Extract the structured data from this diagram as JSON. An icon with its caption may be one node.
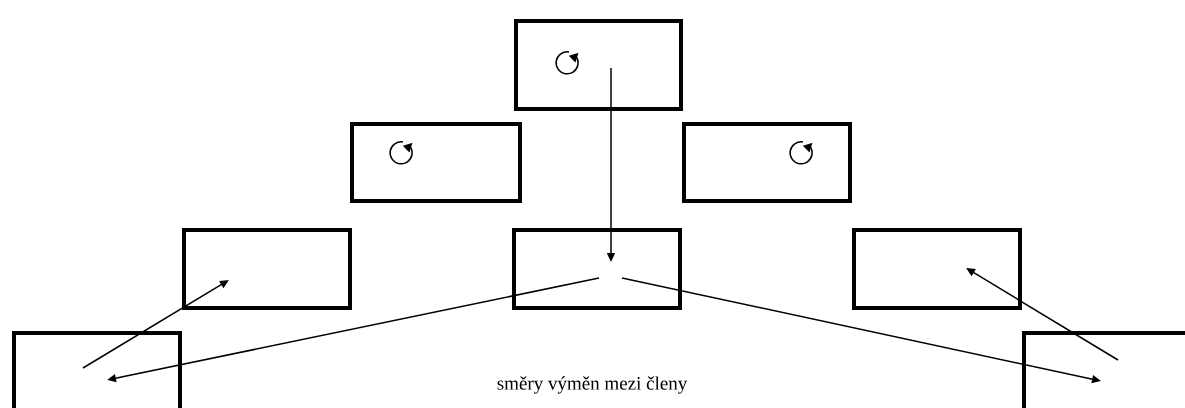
{
  "diagram": {
    "nodes": [
      {
        "text": [],
        "shape": "box"
      },
      {
        "text": [],
        "shape": "box"
      },
      {
        "text": [],
        "shape": "box"
      },
      {
        "text": [],
        "shape": "box"
      },
      {
        "text": [],
        "shape": "box"
      },
      {
        "text": [],
        "shape": "box"
      },
      {
        "text": [],
        "shape": "box"
      },
      {
        "text": [],
        "shape": "box"
      }
    ],
    "edges": [
      {
        "from": 0,
        "to": 4,
        "arrow": "to"
      },
      {
        "from": 6,
        "to": 3,
        "arrow": "to"
      },
      {
        "from": 4,
        "to": 6,
        "arrow": "to"
      },
      {
        "from": 4,
        "to": 7,
        "arrow": "to"
      },
      {
        "from": 7,
        "to": 5,
        "arrow": "to"
      }
    ],
    "labels": [
      "směry výměn mezi členy"
    ]
  }
}
